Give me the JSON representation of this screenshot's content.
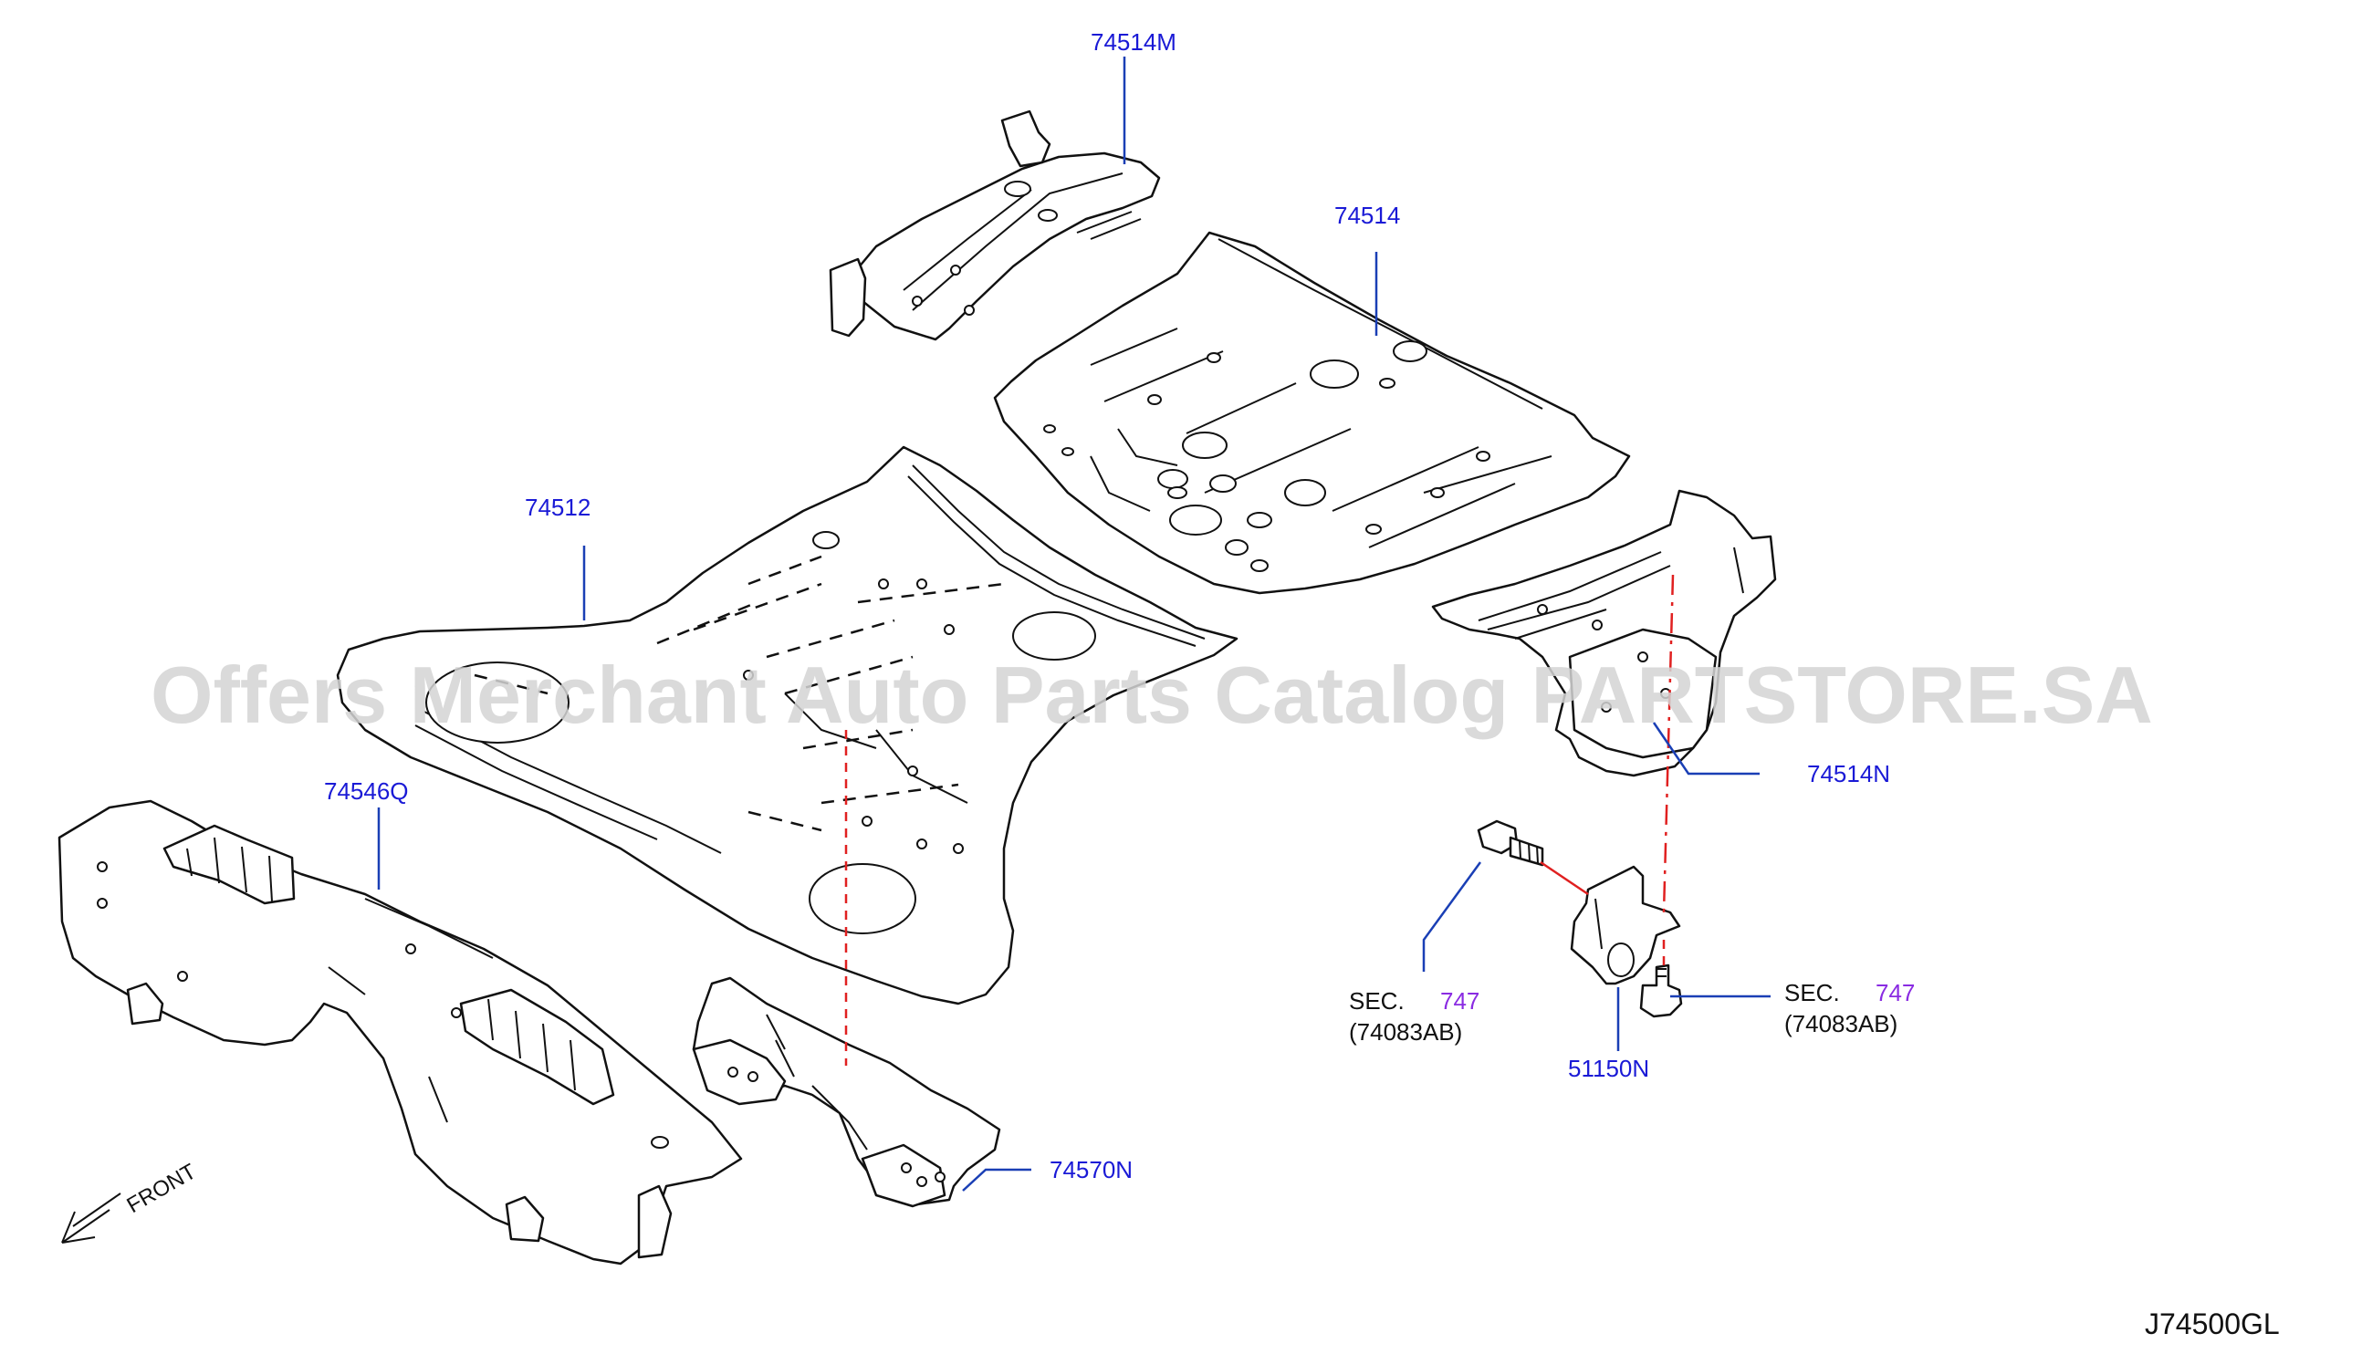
{
  "watermark": "Offers Merchant Auto Parts Catalog PARTSTORE.SA",
  "diagram_code": "J74500GL",
  "front_indicator": "FRONT",
  "colors": {
    "part_label": "#1a1ad6",
    "section_ref": "#8a2be2",
    "guide_line": "#e02020",
    "leader_line": "#1a3fb5"
  },
  "parts": {
    "p74514M": "74514M",
    "p74514": "74514",
    "p74512": "74512",
    "p74546Q": "74546Q",
    "p74514N": "74514N",
    "p74570N": "74570N",
    "p51150N": "51150N"
  },
  "section_refs": [
    {
      "prefix": "SEC.",
      "number": "747",
      "code": "(74083AB)"
    },
    {
      "prefix": "SEC.",
      "number": "747",
      "code": "(74083AB)"
    }
  ]
}
